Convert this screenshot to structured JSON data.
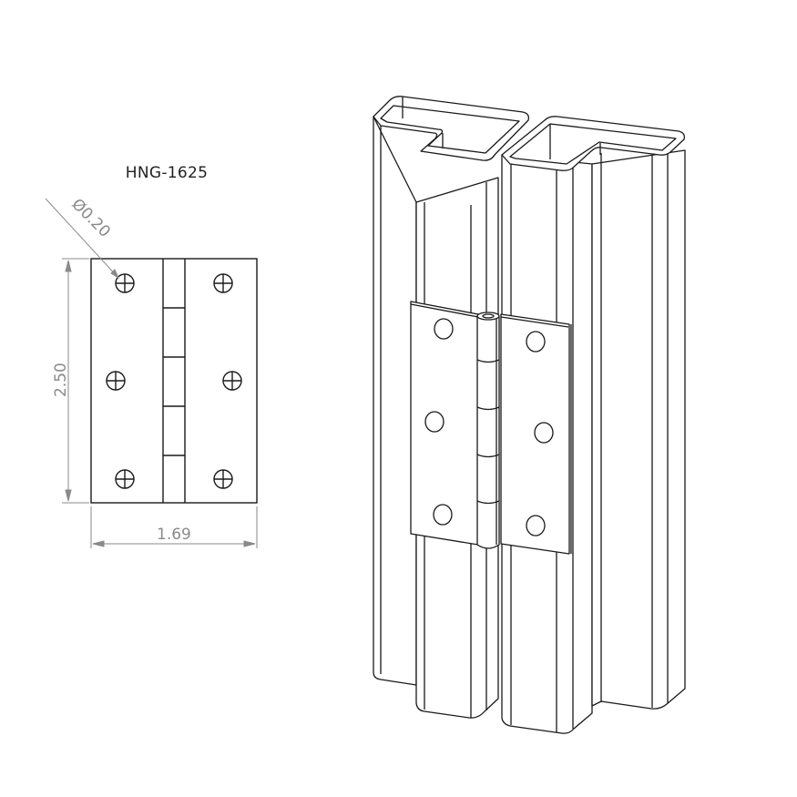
{
  "drawing": {
    "part_number": "HNG-1625",
    "dimensions": {
      "hole_diameter": "Ø0.20",
      "height": "2.50",
      "width": "1.69"
    },
    "views": [
      "front-view-2d",
      "isometric-view-3d"
    ],
    "colors": {
      "line": "#1a1a1a",
      "dimension": "#8a8a8a",
      "background": "#ffffff"
    }
  }
}
